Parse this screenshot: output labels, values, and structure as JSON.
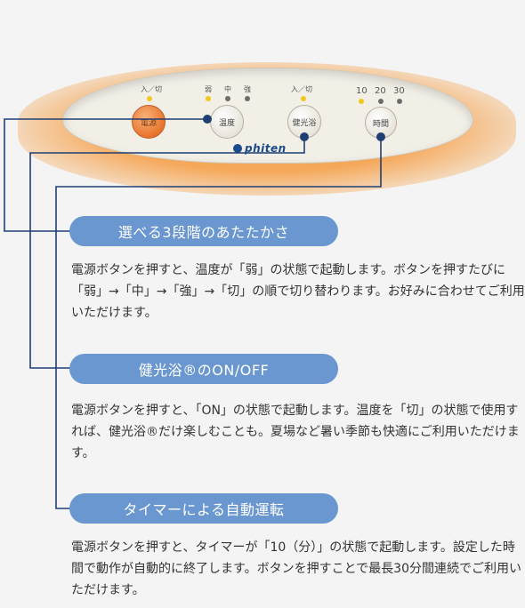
{
  "panel": {
    "power_switch_label": "入／切",
    "temp_levels": [
      "弱",
      "中",
      "強"
    ],
    "health_switch_label": "入／切",
    "timer_values": [
      "10",
      "20",
      "30"
    ],
    "buttons": {
      "power": "電源",
      "temperature": "温度",
      "health_bath": "健光浴",
      "timer": "時間"
    },
    "brand": "phiten"
  },
  "sections": [
    {
      "title": "選べる3段階のあたたかさ",
      "body": "電源ボタンを押すと、温度が「弱」の状態で起動します。ボタンを押すたびに「弱」→「中」→「強」→「切」の順で切り替わります。お好みに合わせてご利用いただけます。"
    },
    {
      "title": "健光浴®のON/OFF",
      "body": "電源ボタンを押すと、「ON」の状態で起動します。温度を「切」の状態で使用すれば、健光浴®だけ楽しむことも。夏場など暑い季節も快適にご利用いただけます。"
    },
    {
      "title": "タイマーによる自動運転",
      "body": "電源ボタンを押すと、タイマーが「10（分）」の状態で起動します。設定した時間で動作が自動的に終了します。ボタンを押すことで最長30分間連続でご利用いただけます。"
    }
  ],
  "colors": {
    "accent_blue": "#6a97cf",
    "line_navy": "#1f3f73",
    "glow_orange": "#f7a044"
  }
}
